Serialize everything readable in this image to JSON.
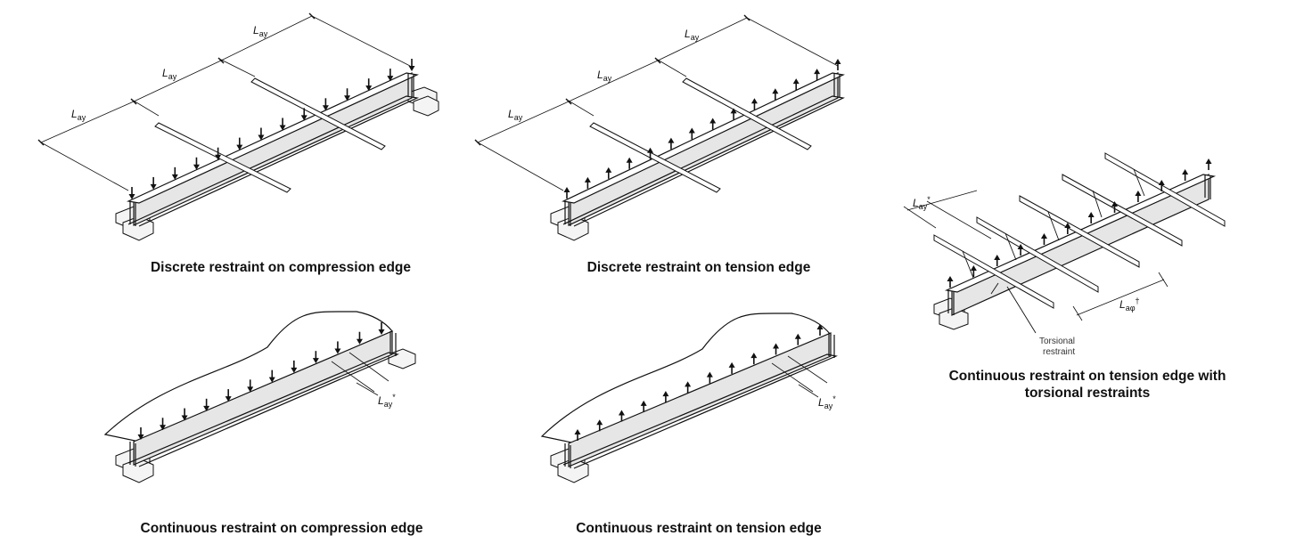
{
  "captions": {
    "discrete_compression": "Discrete restraint on compression edge",
    "discrete_tension": "Discrete restraint on tension edge",
    "continuous_compression": "Continuous restraint on compression edge",
    "continuous_tension": "Continuous restraint on tension edge",
    "continuous_torsional_line1": "Continuous restraint on tension edge with",
    "continuous_torsional_line2": "torsional restraints"
  },
  "dimension": {
    "symbol": "L",
    "subscript": "ay",
    "subscript_alt": "aφ",
    "star": "*",
    "dagger": "†"
  },
  "annotations": {
    "torsional_line1": "Torsional",
    "torsional_line2": "restraint"
  },
  "colors": {
    "ink": "#111111",
    "web_fill": "#e6e6e6",
    "support_fill": "#f4f4f4"
  },
  "icons": {
    "load_compression": "down-arrow-icon",
    "load_tension": "up-arrow-icon"
  }
}
